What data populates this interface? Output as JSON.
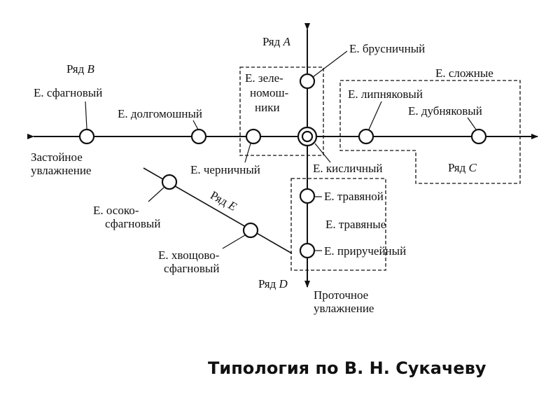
{
  "diagram": {
    "rows": {
      "A": "Ряд A",
      "B": "Ряд B",
      "C": "Ряд C",
      "D": "Ряд D",
      "E": "Ряд E"
    },
    "axis_labels": {
      "left_line1": "Застойное",
      "left_line2": "увлажнение",
      "bottom_line1": "Проточное",
      "bottom_line2": "увлажнение"
    },
    "nodes": {
      "sphagnum": "Е. сфагновый",
      "dolgomoshny": "Е. долгомошный",
      "zelenomoshniki_1": "Е. зеле-",
      "zelenomoshniki_2": "номош-",
      "zelenomoshniki_3": "ники",
      "brusnichny": "Е. брусничный",
      "complex_group": "Е. сложные",
      "lipnyakovy": "Е. липняковый",
      "dubnyakovy": "Е. дубняковый",
      "chernichny": "Е. черничный",
      "kislichny": "Е. кисличный",
      "travyanoy": "Е. травяной",
      "travyanye_group": "Е. травяные",
      "priruchey": "Е. приручейный",
      "osoko_1": "Е. осоко-",
      "osoko_2": "сфагновый",
      "hvoshchovo_1": "Е. хвощово-",
      "hvoshchovo_2": "сфагновый"
    }
  },
  "caption": "Типология по В. Н. Сукачеву"
}
